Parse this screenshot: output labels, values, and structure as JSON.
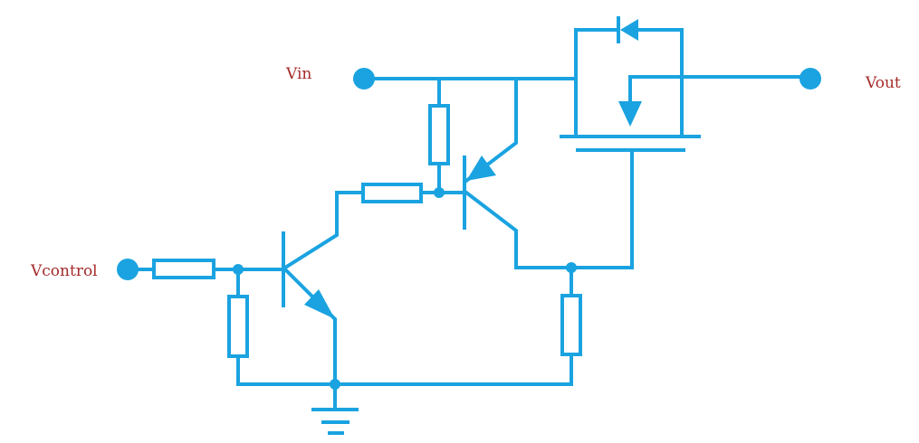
{
  "diagram": {
    "type": "circuit-schematic",
    "wire_color": "#1aa3e0",
    "label_color": "#a52a2a",
    "terminals": {
      "vin": "Vin",
      "vout": "Vout",
      "vcontrol": "Vcontrol"
    },
    "components": [
      {
        "id": "R1",
        "kind": "resistor",
        "role": "control-input resistor"
      },
      {
        "id": "R2",
        "kind": "resistor",
        "role": "Q1 base pull-down"
      },
      {
        "id": "R3",
        "kind": "resistor",
        "role": "Q1 collector to Q2 base"
      },
      {
        "id": "R4",
        "kind": "resistor",
        "role": "Q2 base pull-up to Vin"
      },
      {
        "id": "R5",
        "kind": "resistor",
        "role": "gate pull-down"
      },
      {
        "id": "Q1",
        "kind": "npn-transistor"
      },
      {
        "id": "Q2",
        "kind": "pnp-transistor"
      },
      {
        "id": "M1",
        "kind": "p-mosfet"
      },
      {
        "id": "D1",
        "kind": "body-diode"
      },
      {
        "id": "GND",
        "kind": "ground"
      }
    ]
  }
}
